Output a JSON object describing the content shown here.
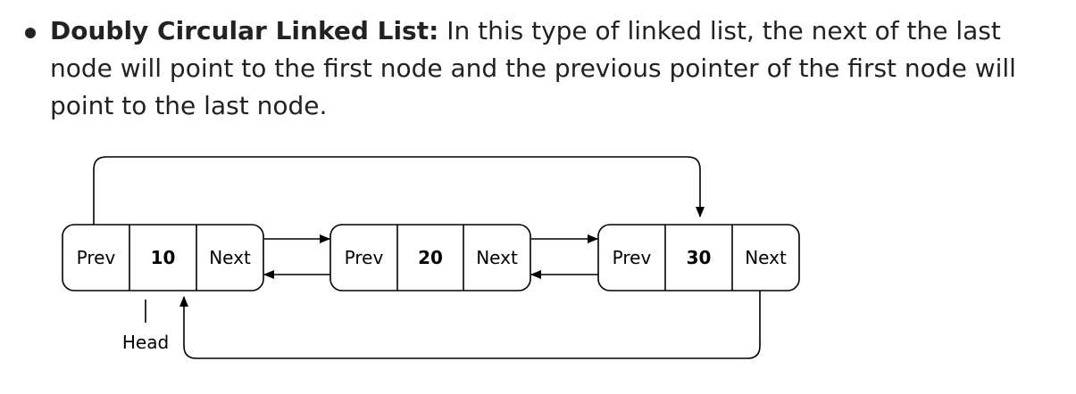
{
  "paragraph": {
    "term": "Doubly Circular Linked List:",
    "body": " In this type of linked list, the next of the last node will point to the first node and the previous pointer of the first node will point to the last node."
  },
  "diagram": {
    "nodes": [
      {
        "prev": "Prev",
        "value": "10",
        "next": "Next"
      },
      {
        "prev": "Prev",
        "value": "20",
        "next": "Next"
      },
      {
        "prev": "Prev",
        "value": "30",
        "next": "Next"
      }
    ],
    "head_label": "Head"
  }
}
